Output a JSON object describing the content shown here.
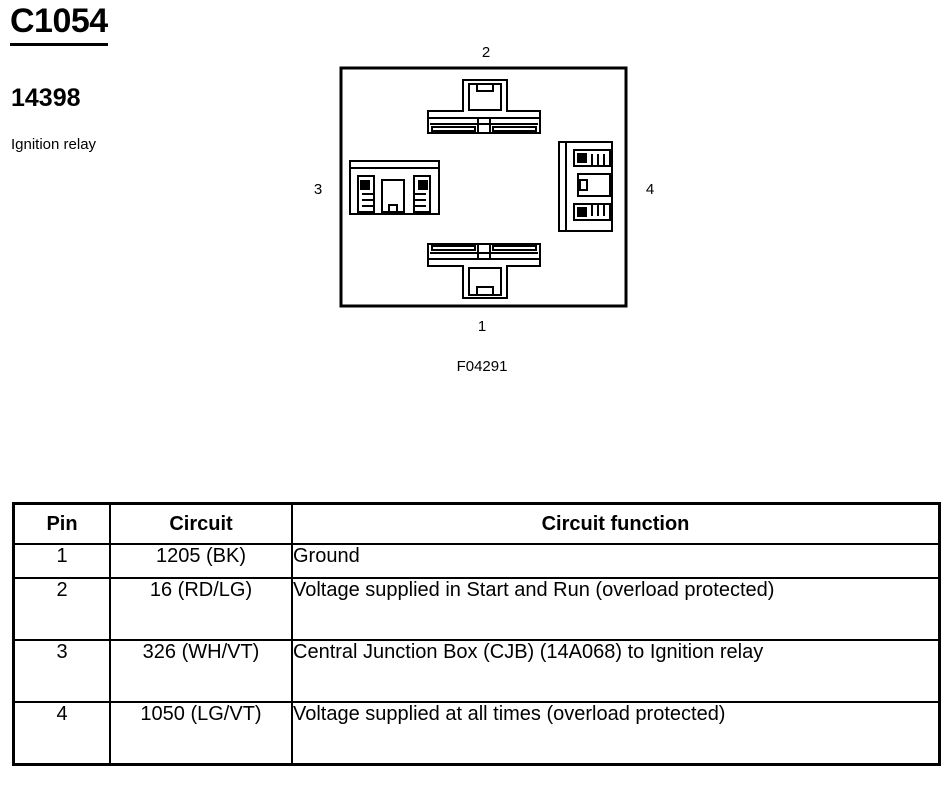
{
  "header": {
    "connector_id": "C1054",
    "part_number": "14398",
    "part_name": "Ignition relay"
  },
  "diagram": {
    "pin_labels": {
      "pin1": "1",
      "pin2": "2",
      "pin3": "3",
      "pin4": "4"
    },
    "figure_code": "F04291"
  },
  "table": {
    "headers": {
      "pin": "Pin",
      "circuit": "Circuit",
      "function": "Circuit function"
    },
    "rows": [
      {
        "pin": "1",
        "circuit": "1205 (BK)",
        "function": "Ground"
      },
      {
        "pin": "2",
        "circuit": "16 (RD/LG)",
        "function": "Voltage supplied in Start and Run (overload protected)"
      },
      {
        "pin": "3",
        "circuit": "326 (WH/VT)",
        "function": "Central Junction Box (CJB) (14A068) to Ignition relay"
      },
      {
        "pin": "4",
        "circuit": "1050 (LG/VT)",
        "function": "Voltage supplied at all times (overload protected)"
      }
    ]
  }
}
